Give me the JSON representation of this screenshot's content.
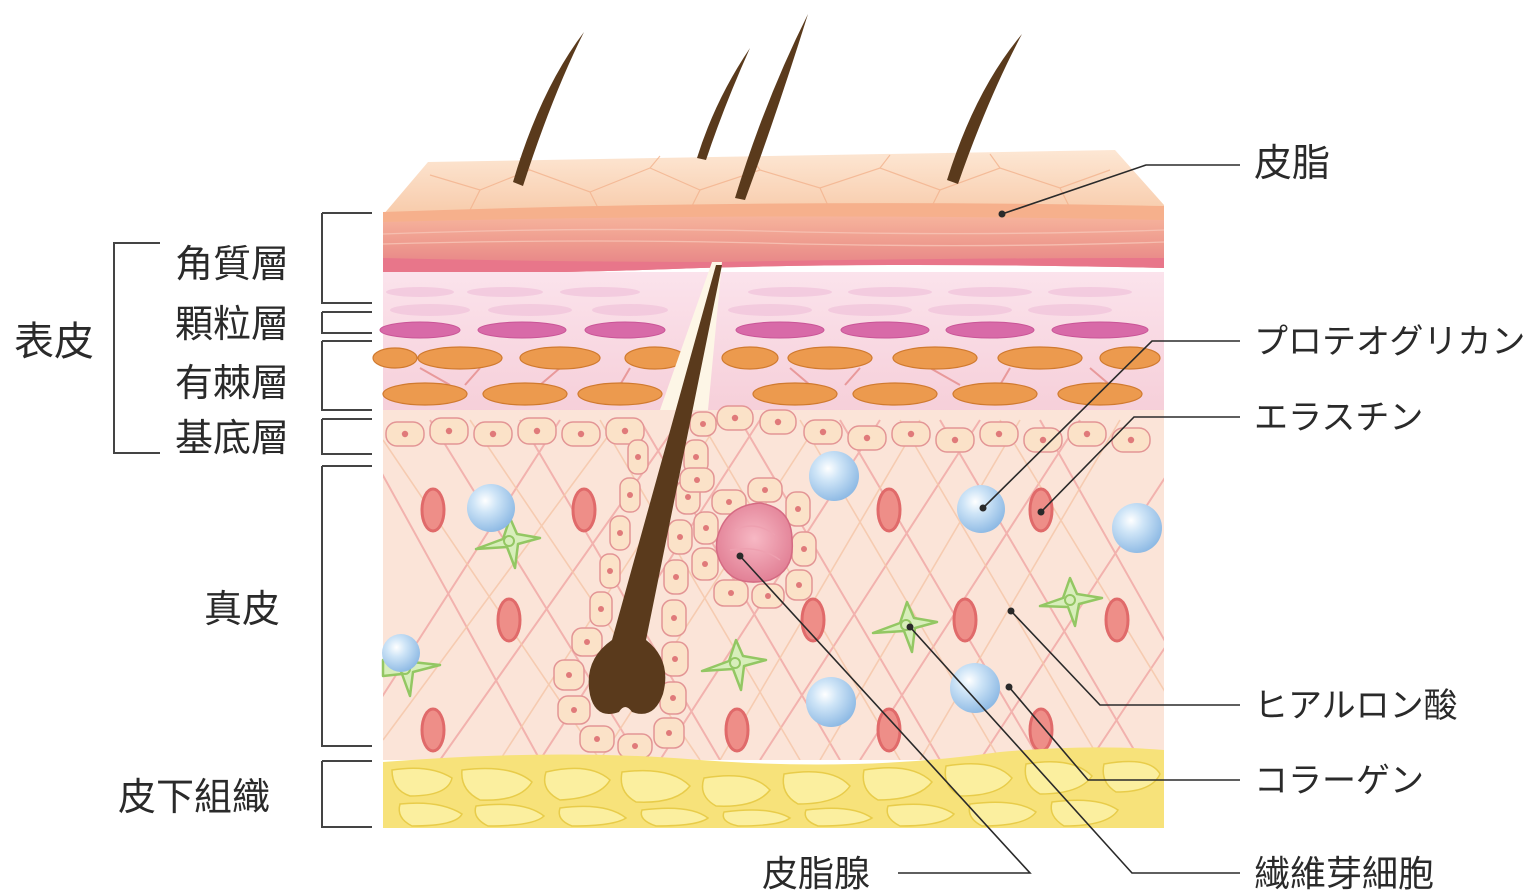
{
  "epidermis": {
    "label": "表皮",
    "layers": [
      {
        "label": "角質層"
      },
      {
        "label": "顆粒層"
      },
      {
        "label": "有棘層"
      },
      {
        "label": "基底層"
      }
    ]
  },
  "dermis": {
    "label": "真皮"
  },
  "subcutis": {
    "label": "皮下組織"
  },
  "callouts": {
    "sebum": "皮脂",
    "proteoglycan": "プロテオグリカン",
    "elastin": "エラスチン",
    "hyaluronic_acid": "ヒアルロン酸",
    "collagen": "コラーゲン",
    "fibroblast": "繊維芽細胞",
    "sebaceous_gland": "皮脂腺"
  },
  "colors": {
    "sebum_surface": "#fbd9bf",
    "stratum_corneum": "#f2a79a",
    "granular_cells": "#d86aa8",
    "spinous_cells": "#e8934a",
    "dermis": "#fbe4d8",
    "elastin": "#e06a6a",
    "hyaluronic_acid": "#a9d0ef",
    "fibroblast": "#9ccf6b",
    "subcutaneous_fat": "#f7e27a",
    "hair": "#5a3a1c"
  }
}
